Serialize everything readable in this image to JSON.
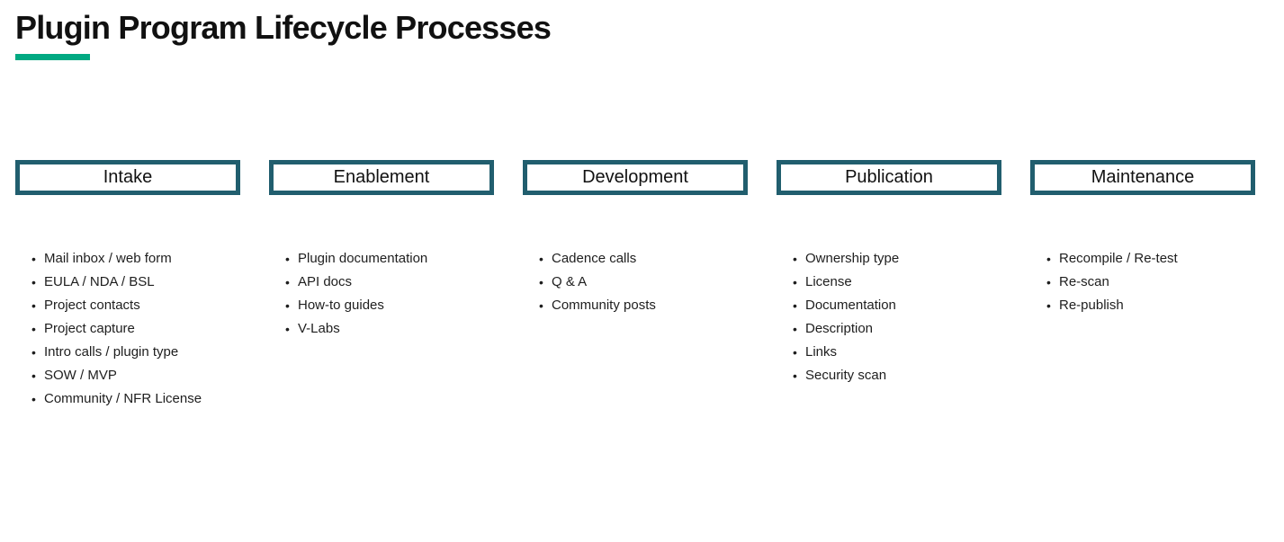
{
  "page": {
    "title": "Plugin Program Lifecycle Processes"
  },
  "style": {
    "accent_green": "#01a982",
    "box_border_teal": "#215e6e",
    "bullet_glyph": "•"
  },
  "columns": [
    {
      "header": "Intake",
      "items": [
        "Mail inbox / web form",
        "EULA / NDA / BSL",
        "Project contacts",
        "Project capture",
        "Intro calls / plugin type",
        "SOW / MVP",
        "Community / NFR License"
      ]
    },
    {
      "header": "Enablement",
      "items": [
        "Plugin documentation",
        "API docs",
        "How-to guides",
        "V-Labs"
      ]
    },
    {
      "header": "Development",
      "items": [
        "Cadence calls",
        "Q & A",
        "Community posts"
      ]
    },
    {
      "header": "Publication",
      "items": [
        "Ownership type",
        "License",
        "Documentation",
        "Description",
        "Links",
        "Security scan"
      ]
    },
    {
      "header": "Maintenance",
      "items": [
        "Recompile / Re-test",
        "Re-scan",
        "Re-publish"
      ]
    }
  ]
}
